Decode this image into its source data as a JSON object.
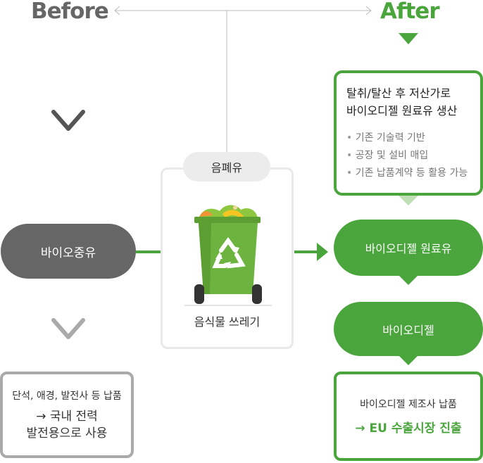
{
  "header": {
    "before": "Before",
    "after": "After"
  },
  "left": {
    "pill_label": "바이오중유",
    "box": {
      "line1": "단석, 애경, 발전사 등 납품",
      "line2": "→ 국내 전력",
      "line3": "발전용으로 사용"
    }
  },
  "center": {
    "waste_oil": "음폐유",
    "food_waste": "음식물 쓰레기"
  },
  "right": {
    "top_box": {
      "title_line1": "탈취/탈산 후 저산가로",
      "title_line2": "바이오디젤 원료유 생산",
      "bullets": [
        "기존 기술력 기반",
        "공장 및 설비 매입",
        "기존 납품계약 등 활용 가능"
      ]
    },
    "raw_material_pill": "바이오디젤 원료유",
    "biodiesel_pill": "바이오디젤",
    "bottom_box": {
      "line1": "바이오디젤 제조사 납품",
      "line2": "→ EU 수출시장 진출"
    }
  },
  "colors": {
    "green": "#4aa53c",
    "gray": "#666666",
    "light_gray": "#aaaaaa"
  }
}
